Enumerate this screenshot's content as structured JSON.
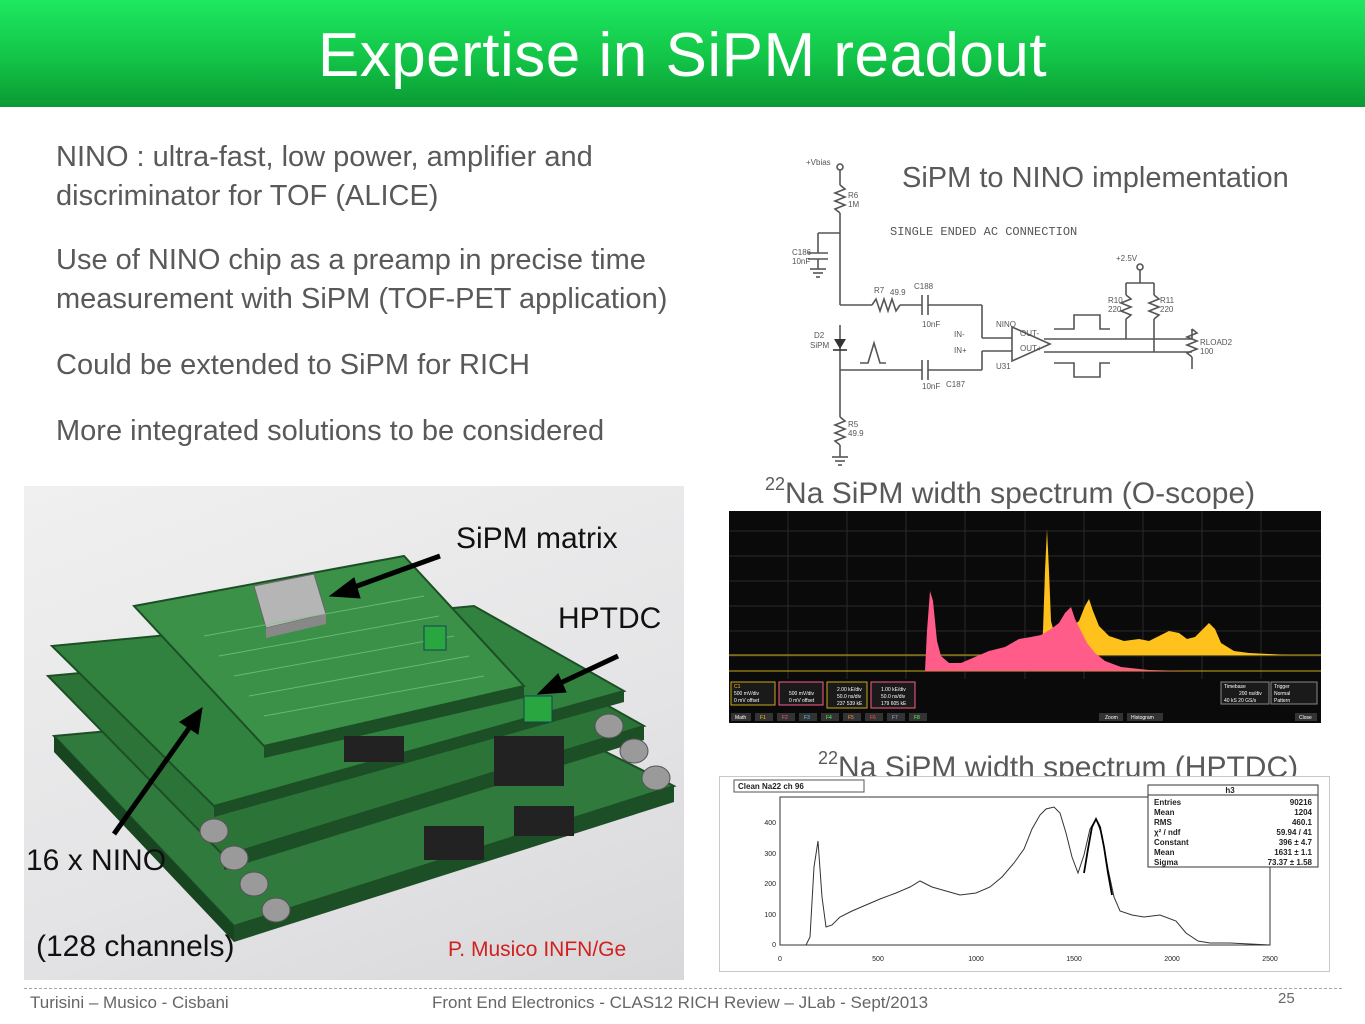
{
  "title": "Expertise in SiPM readout",
  "bullets": [
    "NINO : ultra-fast, low power, amplifier and",
    "discriminator for TOF (ALICE)",
    "Use of NINO chip as a preamp in precise time",
    "measurement with SiPM (TOF-PET application)",
    "Could be extended to SiPM for RICH",
    "More integrated solutions to be considered"
  ],
  "schematic": {
    "heading": "SiPM to NINO implementation",
    "note": "SINGLE ENDED AC CONNECTION",
    "vbias": "+Vbias",
    "r6": "R6",
    "r6v": "1M",
    "c186": "C186",
    "c186v": "10nF",
    "r7": "R7",
    "r7v": "49.9",
    "c188": "C188",
    "c188v": "10nF",
    "c187": "C187",
    "c187v": "10nF",
    "d2": "D2",
    "sipm": "SiPM",
    "r5": "R5",
    "r5v": "49.9",
    "nino": "NINO",
    "u31": "U31",
    "inm": "IN-",
    "inp": "IN+",
    "outm": "OUT-",
    "outp": "OUT+",
    "v25": "+2.5V",
    "r10": "R10",
    "r10v": "220",
    "r11": "R11",
    "r11v": "220",
    "rload": "RLOAD2",
    "rloadv": "100"
  },
  "scope": {
    "heading_sup": "22",
    "heading": "Na SiPM width spectrum (O-scope)",
    "ch1": "C1",
    "ch1a": "500 mV/div",
    "ch1b": "0 mV offset",
    "ch2a": "500 mV/div",
    "ch2b": "0 mV offset",
    "f1a": "2.00 kE/div",
    "f1b": "50.0 ns/div",
    "f1c": "237 539 kE",
    "f2a": "1.00 kE/div",
    "f2b": "50.0 ns/div",
    "f2c": "179 605 kE",
    "tb1": "Timebase",
    "tb2": "200 ns/div",
    "tb3": "40 kS 20 GS/s",
    "tr1": "Trigger",
    "tr2": "Normal",
    "tr3": "Pattern",
    "menu": [
      "Math",
      "F1",
      "F2",
      "F3",
      "F4",
      "F5",
      "F6",
      "F7",
      "F8"
    ],
    "zoom": "Zoom",
    "histogram": "Histogram",
    "close": "Close"
  },
  "hptdc_hist": {
    "heading_sup": "22",
    "heading": "Na SiPM width spectrum (HPTDC)",
    "frame_title": "Clean Na22 ch 96",
    "stats_title": "h3",
    "stats": [
      {
        "k": "Entries",
        "v": "90216"
      },
      {
        "k": "Mean",
        "v": "1204"
      },
      {
        "k": "RMS",
        "v": "460.1"
      },
      {
        "k": "χ² / ndf",
        "v": "59.94 / 41"
      },
      {
        "k": "Constant",
        "v": "396 ± 4.7"
      },
      {
        "k": "Mean",
        "v": "1631 ± 1.1"
      },
      {
        "k": "Sigma",
        "v": "73.37 ± 1.58"
      }
    ],
    "x_ticks": [
      "0",
      "500",
      "1000",
      "1500",
      "2000",
      "2500"
    ],
    "y_ticks": [
      "0",
      "100",
      "200",
      "300",
      "400"
    ]
  },
  "photo": {
    "label_sipm_matrix": "SiPM matrix",
    "label_hptdc": "HPTDC",
    "label_nino": "16 x NINO",
    "label_channels": "(128 channels)",
    "credit": "P. Musico INFN/Ge"
  },
  "footer": {
    "left": "Turisini – Musico - Cisbani",
    "center": "Front End Electronics - CLAS12 RICH Review – JLab - Sept/2013",
    "page": "25"
  },
  "colors": {
    "title_green": "#12c447",
    "pink": "#ff5c8a",
    "yellow": "#ffc21c",
    "credit_red": "#d02020"
  }
}
